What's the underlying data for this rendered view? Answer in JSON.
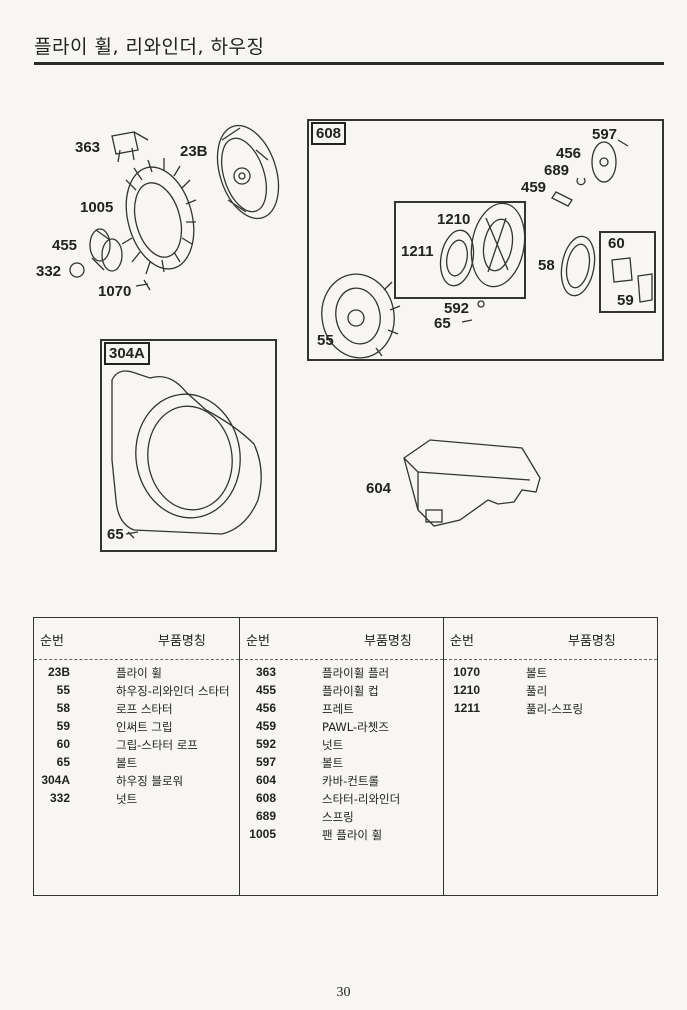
{
  "header": {
    "title": "플라이 휠, 리와인더, 하우징"
  },
  "diagram": {
    "box_labels": {
      "starter": "608",
      "housing": "304A",
      "grip": "60"
    },
    "callouts": {
      "c363": "363",
      "c23B": "23B",
      "c1005": "1005",
      "c455": "455",
      "c332": "332",
      "c1070": "1070",
      "c597": "597",
      "c456": "456",
      "c689": "689",
      "c459": "459",
      "c1210": "1210",
      "c1211": "1211",
      "c58": "58",
      "c60": "60",
      "c59": "59",
      "c592": "592",
      "c65a": "65",
      "c55": "55",
      "c65b": "65",
      "c604": "604"
    }
  },
  "table": {
    "header_num": "순번",
    "header_name": "부품명칭",
    "columns": [
      [
        {
          "num": "23B",
          "name": "플라이 휠"
        },
        {
          "num": "55",
          "name": "하우징-리와인더 스타터"
        },
        {
          "num": "58",
          "name": "로프 스타터"
        },
        {
          "num": "59",
          "name": "인써트 그립"
        },
        {
          "num": "60",
          "name": "그립-스타터 로프"
        },
        {
          "num": "65",
          "name": "볼트"
        },
        {
          "num": "304A",
          "name": "하우징 블로워"
        },
        {
          "num": "332",
          "name": "넛트"
        }
      ],
      [
        {
          "num": "363",
          "name": "플라이휠 플러"
        },
        {
          "num": "455",
          "name": "플라이휠 컵"
        },
        {
          "num": "456",
          "name": "프레트"
        },
        {
          "num": "459",
          "name": "PAWL-라쳇즈"
        },
        {
          "num": "592",
          "name": "넛트"
        },
        {
          "num": "597",
          "name": "볼트"
        },
        {
          "num": "604",
          "name": "카바-컨트롤"
        },
        {
          "num": "608",
          "name": "스타터-리와인더"
        },
        {
          "num": "689",
          "name": "스프링"
        },
        {
          "num": "1005",
          "name": "팬 플라이 휠"
        }
      ],
      [
        {
          "num": "1070",
          "name": "볼트"
        },
        {
          "num": "1210",
          "name": "풀리"
        },
        {
          "num": "1211",
          "name": "풀리-스프링"
        }
      ]
    ]
  },
  "footer": {
    "page_number": "30"
  }
}
